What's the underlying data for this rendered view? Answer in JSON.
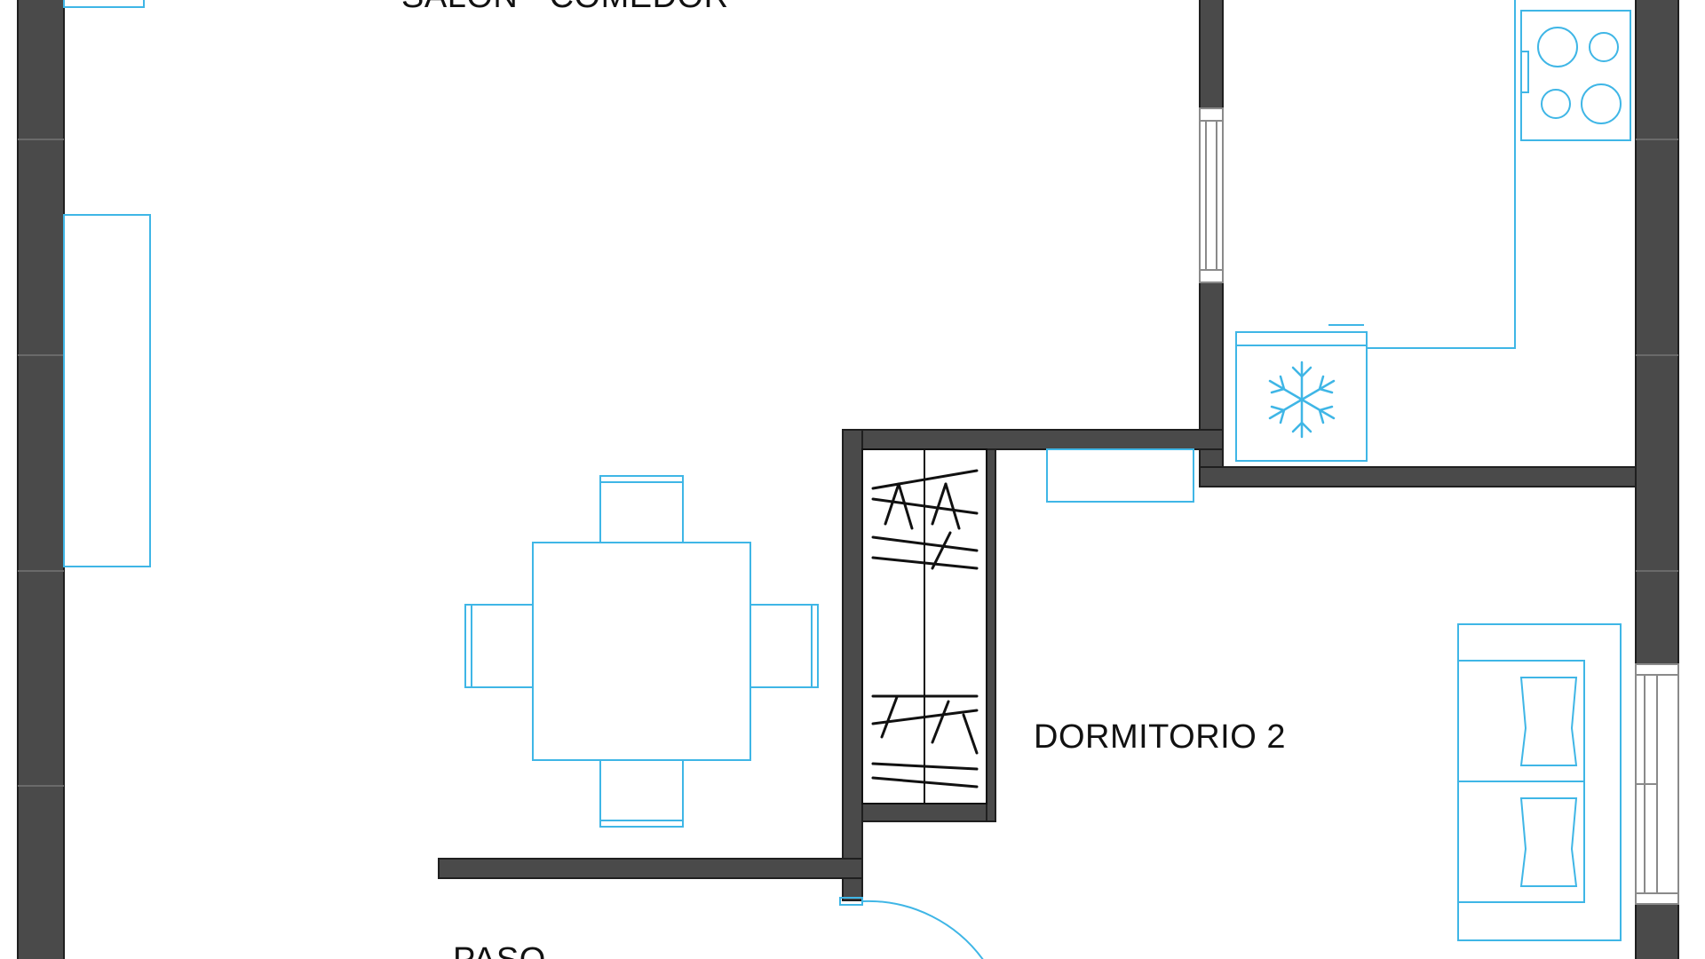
{
  "plan": {
    "rooms": {
      "living": "SALÓN - COMEDOR",
      "bedroom": "DORMITORIO 2",
      "hall": "PASO"
    },
    "colors": {
      "wall": "#4a4a4a",
      "wall_edge": "#1f1f1f",
      "furniture": "#3fb6e6",
      "window": "#8a8a8a",
      "wardrobe_lines": "#111111"
    },
    "icons": [
      "snowflake-icon"
    ]
  }
}
